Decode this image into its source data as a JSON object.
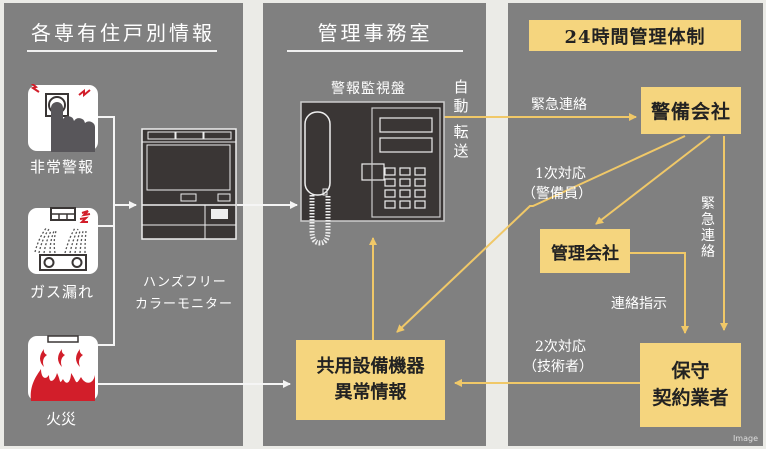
{
  "panels": {
    "residence": {
      "title": "各専有住戸別情報",
      "devices": [
        {
          "label": "非常警報",
          "icon": "emergency-button-icon"
        },
        {
          "label": "ガス漏れ",
          "icon": "gas-leak-icon"
        },
        {
          "label": "火災",
          "icon": "fire-icon"
        }
      ],
      "monitor_label_line1": "ハンズフリー",
      "monitor_label_line2": "カラーモニター"
    },
    "management_office": {
      "title": "管理事務室",
      "panel_label": "警報監視盤",
      "auto_transfer_1": "自動",
      "auto_transfer_2": "転送",
      "shared_equipment_line1": "共用設備機器",
      "shared_equipment_line2": "異常情報"
    },
    "system24": {
      "title": "24時間管理体制",
      "security_company": "警備会社",
      "management_company": "管理会社",
      "contractor_line1": "保守",
      "contractor_line2": "契約業者",
      "emergency_contact": "緊急連絡",
      "emergency_contact_vertical": "緊急連絡",
      "first_response_line1": "1次対応",
      "first_response_line2": "（警備員）",
      "contact_instruction": "連絡指示",
      "second_response_line1": "2次対応",
      "second_response_line2": "（技術者）"
    }
  },
  "image_tag": "Image",
  "colors": {
    "panel": "#808080",
    "accent": "#f5d57e",
    "arrow_yellow": "#f0c868",
    "device_dark": "#3a3635",
    "alarm_red": "#d21e2a"
  }
}
